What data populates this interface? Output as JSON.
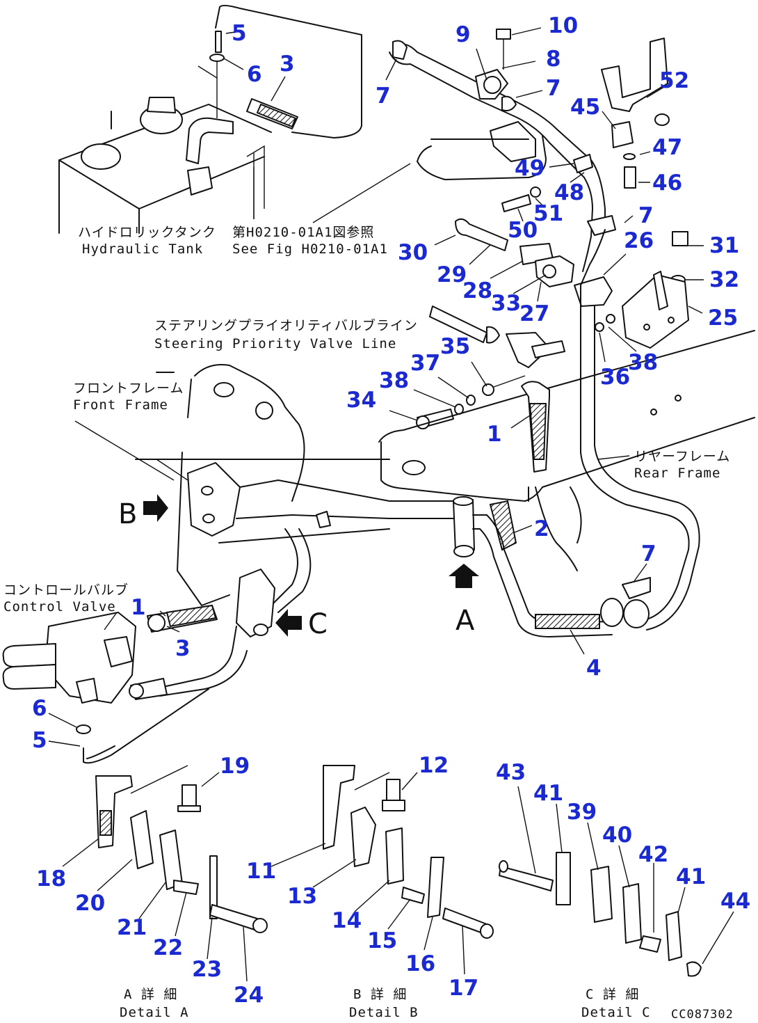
{
  "diagram": {
    "part_numbers": [
      {
        "id": "p5a",
        "text": "5"
      },
      {
        "id": "p6a",
        "text": "6"
      },
      {
        "id": "p3a",
        "text": "3"
      },
      {
        "id": "p7a",
        "text": "7"
      },
      {
        "id": "p9",
        "text": "9"
      },
      {
        "id": "p10",
        "text": "10"
      },
      {
        "id": "p8",
        "text": "8"
      },
      {
        "id": "p7b",
        "text": "7"
      },
      {
        "id": "p52",
        "text": "52"
      },
      {
        "id": "p45",
        "text": "45"
      },
      {
        "id": "p47",
        "text": "47"
      },
      {
        "id": "p49",
        "text": "49"
      },
      {
        "id": "p46",
        "text": "46"
      },
      {
        "id": "p48",
        "text": "48"
      },
      {
        "id": "p51",
        "text": "51"
      },
      {
        "id": "p7c",
        "text": "7"
      },
      {
        "id": "p50",
        "text": "50"
      },
      {
        "id": "p30",
        "text": "30"
      },
      {
        "id": "p26",
        "text": "26"
      },
      {
        "id": "p31",
        "text": "31"
      },
      {
        "id": "p29",
        "text": "29"
      },
      {
        "id": "p28",
        "text": "28"
      },
      {
        "id": "p33",
        "text": "33"
      },
      {
        "id": "p32",
        "text": "32"
      },
      {
        "id": "p27",
        "text": "27"
      },
      {
        "id": "p25",
        "text": "25"
      },
      {
        "id": "p35",
        "text": "35"
      },
      {
        "id": "p37",
        "text": "37"
      },
      {
        "id": "p38a",
        "text": "38"
      },
      {
        "id": "p38b",
        "text": "38"
      },
      {
        "id": "p36",
        "text": "36"
      },
      {
        "id": "p34",
        "text": "34"
      },
      {
        "id": "p1a",
        "text": "1"
      },
      {
        "id": "p2",
        "text": "2"
      },
      {
        "id": "p7d",
        "text": "7"
      },
      {
        "id": "p1b",
        "text": "1"
      },
      {
        "id": "p3b",
        "text": "3"
      },
      {
        "id": "p4",
        "text": "4"
      },
      {
        "id": "p6b",
        "text": "6"
      },
      {
        "id": "p5b",
        "text": "5"
      },
      {
        "id": "p19",
        "text": "19"
      },
      {
        "id": "p12",
        "text": "12"
      },
      {
        "id": "p43",
        "text": "43"
      },
      {
        "id": "p41a",
        "text": "41"
      },
      {
        "id": "p39",
        "text": "39"
      },
      {
        "id": "p40",
        "text": "40"
      },
      {
        "id": "p42",
        "text": "42"
      },
      {
        "id": "p41b",
        "text": "41"
      },
      {
        "id": "p44",
        "text": "44"
      },
      {
        "id": "p18",
        "text": "18"
      },
      {
        "id": "p11",
        "text": "11"
      },
      {
        "id": "p20",
        "text": "20"
      },
      {
        "id": "p13",
        "text": "13"
      },
      {
        "id": "p21",
        "text": "21"
      },
      {
        "id": "p14",
        "text": "14"
      },
      {
        "id": "p22",
        "text": "22"
      },
      {
        "id": "p15",
        "text": "15"
      },
      {
        "id": "p16",
        "text": "16"
      },
      {
        "id": "p23",
        "text": "23"
      },
      {
        "id": "p17",
        "text": "17"
      },
      {
        "id": "p24",
        "text": "24"
      }
    ],
    "labels": {
      "hydraulic_tank_jp": "ハイドロリックタンク",
      "hydraulic_tank_en": "Hydraulic Tank",
      "see_fig_jp": "第H0210-01A1図参照",
      "see_fig_en": "See Fig H0210-01A1",
      "steering_line_jp": "ステアリングプライオリティバルブライン",
      "steering_line_en": "Steering Priority Valve Line",
      "front_frame_jp": "フロントフレーム",
      "front_frame_en": "Front Frame",
      "rear_frame_jp": "リヤーフレーム",
      "rear_frame_en": "Rear Frame",
      "control_valve_jp": "コントロールバルブ",
      "control_valve_en": "Control Valve",
      "view_b": "B",
      "view_c": "C",
      "view_a": "A",
      "detail_a_jp": "A 詳 細",
      "detail_a_en": "Detail A",
      "detail_b_jp": "B 詳 細",
      "detail_b_en": "Detail B",
      "detail_c_jp": "C 詳 細",
      "detail_c_en": "Detail C",
      "drawing_code": "CC087302"
    }
  }
}
